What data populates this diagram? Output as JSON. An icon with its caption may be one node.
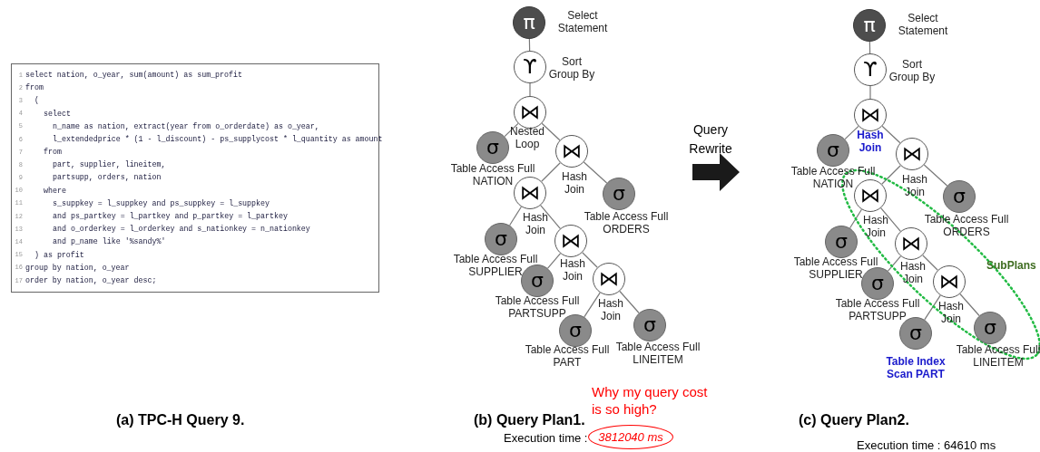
{
  "diagram": {
    "nodes": [
      {
        "text": [
          "select nation, o_year, sum(amount) as sum_profit",
          "from",
          "(",
          "select",
          "n_name as nation, extract(year from o_orderdate) as o_year,",
          "l_extendedprice * (1 - l_discount) - ps_supplycost * l_quantity as amount",
          "from",
          "part, supplier, lineitem,",
          "partsupp, orders, nation",
          "where",
          "s_suppkey = l_suppkey and ps_suppkey = l_suppkey",
          "and ps_partkey = l_partkey and p_partkey = l_partkey",
          "and o_orderkey = l_orderkey and s_nationkey = n_nationkey",
          "and p_name like '%sandy%'",
          ") as profit",
          "group by nation, o_year",
          "order by nation, o_year desc;"
        ]
      },
      {
        "text": [
          "π"
        ],
        "beside": [
          "Select Statement"
        ]
      },
      {
        "text": [
          "ϒ"
        ],
        "beside": [
          "Sort Group By"
        ]
      },
      {
        "text": [
          "⋈"
        ],
        "beside": [
          "Nested Loop"
        ]
      },
      {
        "text": [
          "σ"
        ],
        "beside": [
          "Table Access Full NATION"
        ]
      },
      {
        "text": [
          "⋈"
        ],
        "beside": [
          "Hash Join"
        ]
      },
      {
        "text": [
          "⋈"
        ],
        "beside": [
          "Hash Join"
        ]
      },
      {
        "text": [
          "σ"
        ],
        "beside": [
          "Table Access Full ORDERS"
        ]
      },
      {
        "text": [
          "σ"
        ],
        "beside": [
          "Table Access Full SUPPLIER"
        ]
      },
      {
        "text": [
          "⋈"
        ],
        "beside": [
          "Hash Join"
        ]
      },
      {
        "text": [
          "σ"
        ],
        "beside": [
          "Table Access Full PARTSUPP"
        ]
      },
      {
        "text": [
          "⋈"
        ],
        "beside": [
          "Hash Join"
        ]
      },
      {
        "text": [
          "σ"
        ],
        "beside": [
          "Table Access Full PART"
        ]
      },
      {
        "text": [
          "σ"
        ],
        "beside": [
          "Table Access Full LINEITEM"
        ]
      },
      {
        "text": [
          "π"
        ],
        "beside": [
          "Select Statement"
        ]
      },
      {
        "text": [
          "ϒ"
        ],
        "beside": [
          "Sort Group By"
        ]
      },
      {
        "text": [
          "⋈"
        ],
        "beside": [
          "Hash Join"
        ]
      },
      {
        "text": [
          "σ"
        ],
        "beside": [
          "Table Access Full NATION"
        ]
      },
      {
        "text": [
          "⋈"
        ],
        "beside": [
          "Hash Join"
        ]
      },
      {
        "text": [
          "⋈"
        ],
        "beside": [
          "Hash Join"
        ]
      },
      {
        "text": [
          "σ"
        ],
        "beside": [
          "Table Access Full ORDERS"
        ]
      },
      {
        "text": [
          "σ"
        ],
        "beside": [
          "Table Access Full SUPPLIER"
        ]
      },
      {
        "text": [
          "⋈"
        ],
        "beside": [
          "Hash Join"
        ]
      },
      {
        "text": [
          "σ"
        ],
        "beside": [
          "Table Access Full PARTSUPP"
        ]
      },
      {
        "text": [
          "⋈"
        ],
        "beside": [
          "Hash Join"
        ]
      },
      {
        "text": [
          "σ"
        ],
        "beside": [
          "Table Index Scan PART"
        ]
      },
      {
        "text": [
          "σ"
        ],
        "beside": [
          "Table Access Full LINEITEM"
        ]
      },
      {
        "text": [
          "3812040 ms"
        ]
      }
    ],
    "edges": [
      {
        "from": 1,
        "to": 2,
        "arrow": "none"
      },
      {
        "from": 2,
        "to": 3,
        "arrow": "none"
      },
      {
        "from": 3,
        "to": 4,
        "arrow": "none"
      },
      {
        "from": 3,
        "to": 5,
        "arrow": "none"
      },
      {
        "from": 5,
        "to": 6,
        "arrow": "none"
      },
      {
        "from": 5,
        "to": 7,
        "arrow": "none"
      },
      {
        "from": 6,
        "to": 8,
        "arrow": "none"
      },
      {
        "from": 6,
        "to": 9,
        "arrow": "none"
      },
      {
        "from": 9,
        "to": 10,
        "arrow": "none"
      },
      {
        "from": 9,
        "to": 11,
        "arrow": "none"
      },
      {
        "from": 11,
        "to": 12,
        "arrow": "none"
      },
      {
        "from": 11,
        "to": 13,
        "arrow": "none"
      },
      {
        "from": 14,
        "to": 15,
        "arrow": "none"
      },
      {
        "from": 15,
        "to": 16,
        "arrow": "none"
      },
      {
        "from": 16,
        "to": 17,
        "arrow": "none"
      },
      {
        "from": 16,
        "to": 18,
        "arrow": "none"
      },
      {
        "from": 18,
        "to": 19,
        "arrow": "none"
      },
      {
        "from": 18,
        "to": 20,
        "arrow": "none"
      },
      {
        "from": 19,
        "to": 21,
        "arrow": "none"
      },
      {
        "from": 19,
        "to": 22,
        "arrow": "none"
      },
      {
        "from": 22,
        "to": 23,
        "arrow": "none"
      },
      {
        "from": 22,
        "to": 24,
        "arrow": "none"
      },
      {
        "from": 24,
        "to": 25,
        "arrow": "none"
      },
      {
        "from": 24,
        "to": 26,
        "arrow": "none"
      }
    ],
    "labels": [
      "1",
      "2",
      "3",
      "4",
      "5",
      "6",
      "7",
      "8",
      "9",
      "10",
      "11",
      "12",
      "13",
      "14",
      "15",
      "16",
      "17",
      "Query Rewrite",
      "(a) TPC-H Query 9.",
      "(b) Query Plan1.",
      "Why my query cost is so high?",
      "(c) Query Plan2.",
      "Execution time :",
      "Execution time : 64610 ms",
      "SubPlans"
    ]
  }
}
